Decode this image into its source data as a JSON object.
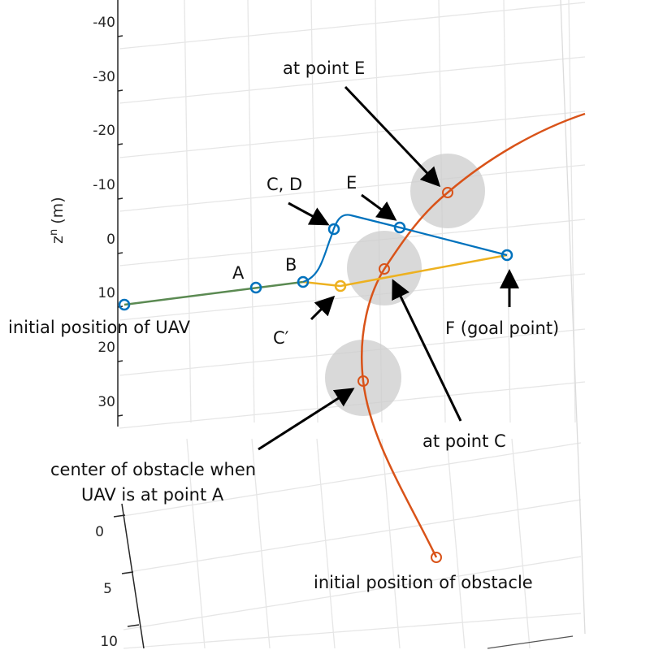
{
  "chart_data": {
    "type": "line",
    "title": "",
    "zlabel": "z",
    "zlabel_sup": "n",
    "zlabel_unit": " (m)",
    "z_ticks": [
      "-40",
      "-30",
      "-20",
      "-10",
      "0",
      "10",
      "20",
      "30"
    ],
    "second_axis_ticks": [
      "0",
      "5",
      "10"
    ],
    "grid": true,
    "colors": {
      "uav_initial": "#5b8a52",
      "uav_blue": "#0072BD",
      "uav_yellow": "#EDB120",
      "obstacle": "#D95319",
      "obstacle_disk": "#cccccc"
    },
    "series": [
      {
        "name": "UAV path (initial to B)",
        "color": "#5b8a52"
      },
      {
        "name": "UAV path avoiding (B-C-D-E-F)",
        "color": "#0072BD"
      },
      {
        "name": "UAV path (B-C'-F)",
        "color": "#EDB120"
      },
      {
        "name": "obstacle trajectory",
        "color": "#D95319"
      }
    ],
    "annotations": {
      "at_point_e": "at point E",
      "c_d": "C, D",
      "e": "E",
      "a": "A",
      "b": "B",
      "initial_uav": "initial position of UAV",
      "c_prime": "C′",
      "f_goal": "F (goal point)",
      "at_point_c": "at point C",
      "center_line1": "center of obstacle when",
      "center_line2": "UAV is at point A",
      "initial_obstacle": "initial position of obstacle"
    }
  }
}
